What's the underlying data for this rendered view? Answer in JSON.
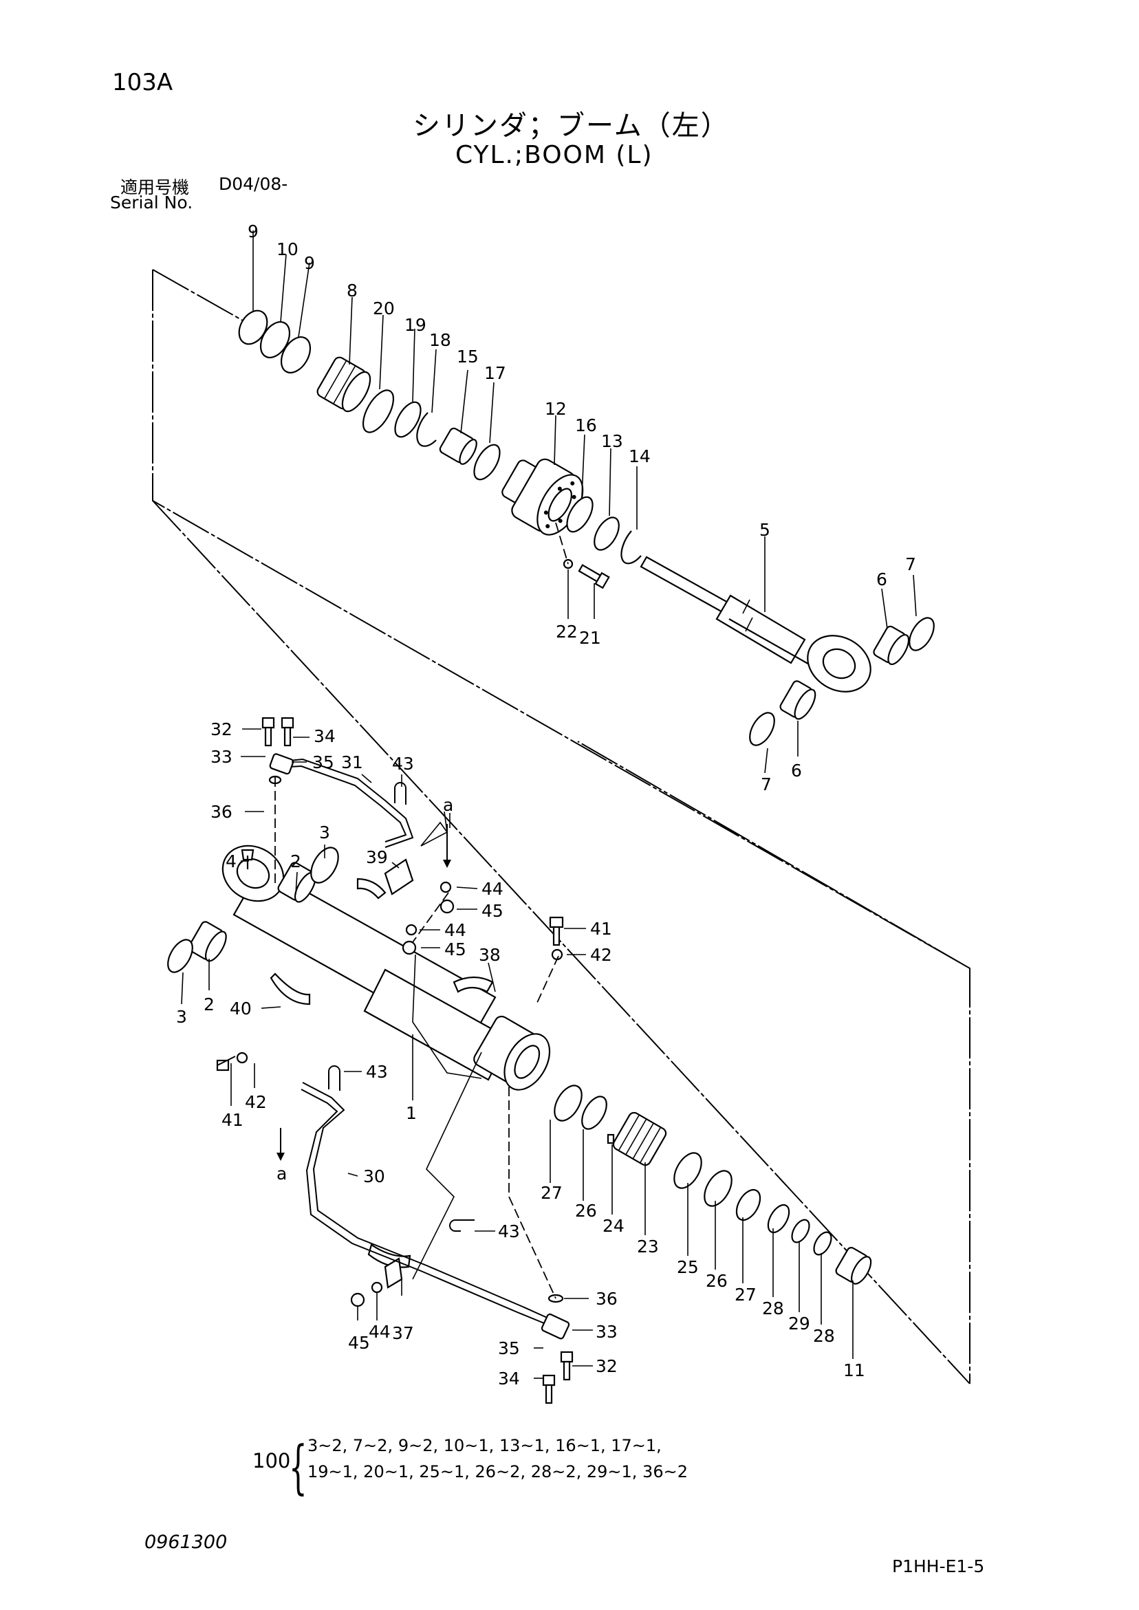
{
  "header": {
    "page_number": "103A",
    "title_jp": "シリンダ；ブーム（左）",
    "title_en": "CYL.;BOOM (L)",
    "serial_label_jp": "適用号機",
    "serial_value": "D04/08-",
    "serial_label_en": "Serial No."
  },
  "callouts": {
    "c_9a": "9",
    "c_10": "10",
    "c_9b": "9",
    "c_8": "8",
    "c_20": "20",
    "c_19": "19",
    "c_18": "18",
    "c_15": "15",
    "c_17": "17",
    "c_12": "12",
    "c_16": "16",
    "c_13": "13",
    "c_14": "14",
    "c_5": "5",
    "c_6a": "6",
    "c_7a": "7",
    "c_22": "22",
    "c_21": "21",
    "c_7b": "7",
    "c_6b": "6",
    "c_32a": "32",
    "c_34a": "34",
    "c_33a": "33",
    "c_35a": "35",
    "c_31": "31",
    "c_43a": "43",
    "c_a1": "a",
    "c_36a": "36",
    "c_2a": "2",
    "c_3a": "3",
    "c_4": "4",
    "c_39": "39",
    "c_44a": "44",
    "c_45a": "45",
    "c_44b": "44",
    "c_45b": "45",
    "c_41a": "41",
    "c_42a": "42",
    "c_38": "38",
    "c_3b": "3",
    "c_2b": "2",
    "c_40": "40",
    "c_1": "1",
    "c_43b": "43",
    "c_41b": "41",
    "c_42b": "42",
    "c_a2": "a",
    "c_30": "30",
    "c_27a": "27",
    "c_26a": "26",
    "c_24": "24",
    "c_23": "23",
    "c_25": "25",
    "c_26b": "26",
    "c_27b": "27",
    "c_28a": "28",
    "c_29": "29",
    "c_28b": "28",
    "c_11": "11",
    "c_43c": "43",
    "c_36b": "36",
    "c_37": "37",
    "c_44c": "44",
    "c_45c": "45",
    "c_33b": "33",
    "c_35b": "35",
    "c_32b": "32",
    "c_34b": "34"
  },
  "kit": {
    "number": "100",
    "line_1": "3~2, 7~2, 9~2, 10~1, 13~1, 16~1, 17~1,",
    "line_2": "19~1, 20~1, 25~1, 26~2, 28~2, 29~1, 36~2"
  },
  "footer": {
    "catalog_number": "0961300",
    "page_code": "P1HH-E1-5"
  }
}
